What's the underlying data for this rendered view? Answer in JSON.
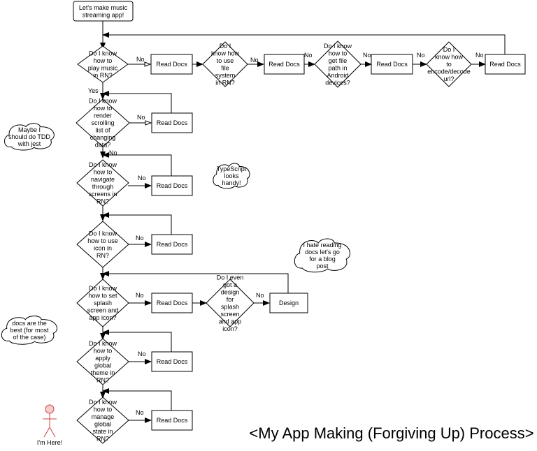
{
  "title": "<My App Making (Forgiving Up) Process>",
  "nodes": {
    "start": "Let's make music streaming app!",
    "q_play": "Do I know how to play music in RN?",
    "rd_play": "Read Docs",
    "q_fs": "Do I know how to use file system in RN?",
    "rd_fs": "Read Docs",
    "q_path": "Do I know how to get file path in Android devices?",
    "rd_path": "Read Docs",
    "q_url": "Do I know how to encode/decode url?",
    "rd_url": "Read Docs",
    "q_scroll": "Do I know how to render scrolling list of changing data?",
    "rd_scroll": "Read Docs",
    "q_nav": "Do I know how to navigate through screens in RN?",
    "rd_nav": "Read Docs",
    "q_icon": "Do I know how to use icon in RN?",
    "rd_icon": "Read Docs",
    "q_splash": "Do I know how to set splash screen and app icon?",
    "rd_splash": "Read Docs",
    "q_design": "Do I even got a design for splash screen and app icon?",
    "design": "Design",
    "q_theme": "Do I know how to apply global theme in RN?",
    "rd_theme": "Read Docs",
    "q_state": "Do I know how to manage global state in RN?",
    "rd_state": "Read Docs"
  },
  "clouds": {
    "tdd": "Maybe I should do TDD with jest",
    "ts": "TypeScript looks handy!",
    "blog": "I hate reading docs let's go for a blog post",
    "best": "docs are the best (for most of the case)"
  },
  "actor_label": "I'm Here!",
  "edge_labels": {
    "no": "No",
    "yes": "Yes"
  }
}
